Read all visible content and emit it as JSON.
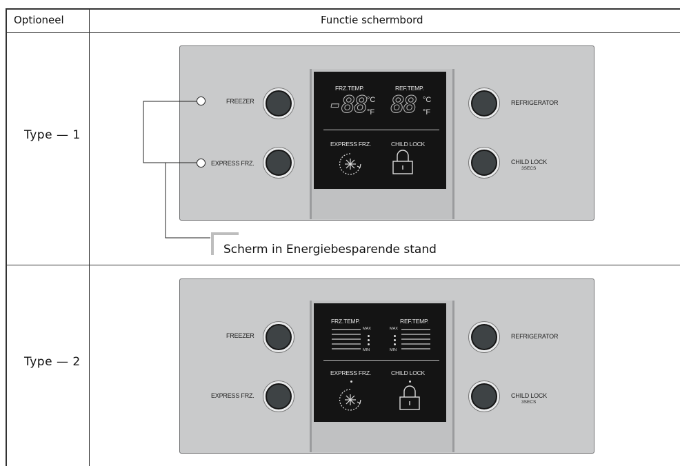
{
  "header": {
    "col1": "Optioneel",
    "col2": "Functie schermbord"
  },
  "rows": [
    {
      "type_label": "Type  — 1",
      "panel": {
        "freezer": "FREEZER",
        "express_frz": "EXPRESS FRZ.",
        "refrigerator": "REFRIGERATOR",
        "child_lock": "CHILD LOCK",
        "child_lock_sub": "3SECS",
        "display": {
          "frz_temp": "FRZ.TEMP.",
          "ref_temp": "REF.TEMP.",
          "frz_digits": "-88",
          "ref_digits": "88",
          "unit_c": "°C",
          "unit_f": "°F",
          "express_frz": "EXPRESS FRZ.",
          "child_lock": "CHILD LOCK"
        }
      },
      "callout": "Scherm in Energiebesparende stand"
    },
    {
      "type_label": "Type  — 2",
      "panel": {
        "freezer": "FREEZER",
        "express_frz": "EXPRESS FRZ.",
        "refrigerator": "REFRIGERATOR",
        "child_lock": "CHILD LOCK",
        "child_lock_sub": "3SECS",
        "display": {
          "frz_temp": "FRZ.TEMP.",
          "ref_temp": "REF.TEMP.",
          "max": "MAX",
          "min": "MIN",
          "express_frz": "EXPRESS FRZ.",
          "child_lock": "CHILD LOCK"
        }
      }
    }
  ],
  "icons": {
    "express": "snowflake-cycle-icon",
    "lock": "padlock-icon"
  }
}
